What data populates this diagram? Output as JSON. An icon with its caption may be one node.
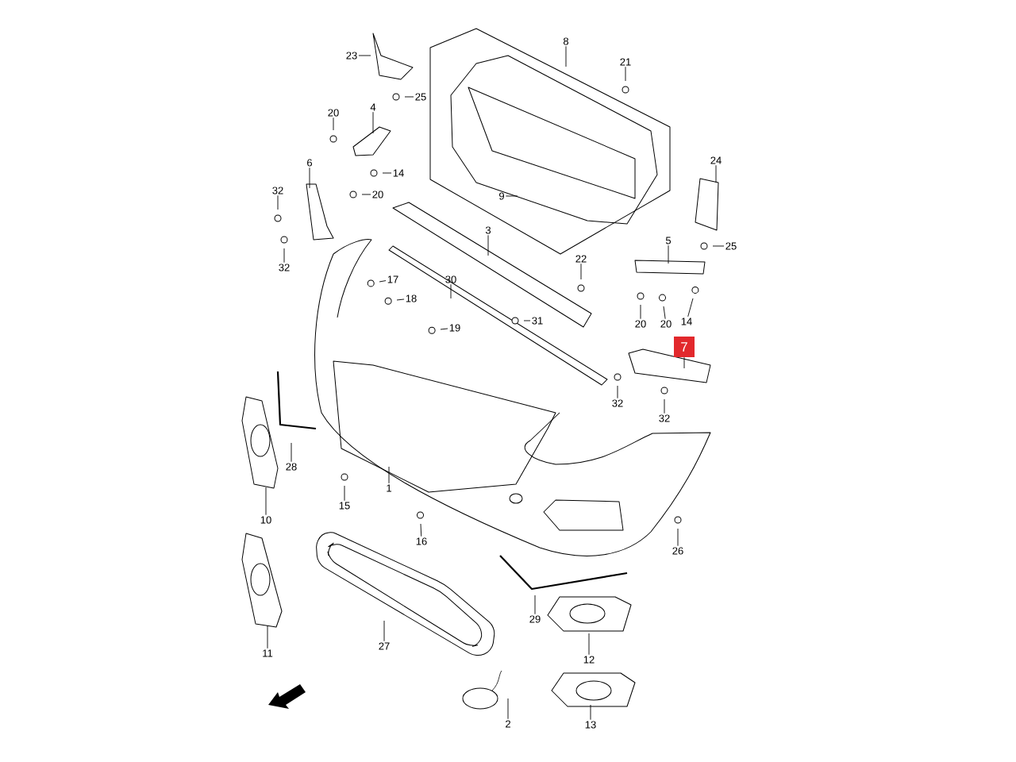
{
  "diagram": {
    "nodes": [
      {
        "text": [
          "23"
        ]
      },
      {
        "text": [
          "8"
        ]
      },
      {
        "text": [
          "21"
        ]
      },
      {
        "text": [
          "25"
        ]
      },
      {
        "text": [
          "4"
        ]
      },
      {
        "text": [
          "20"
        ]
      },
      {
        "text": [
          "24"
        ]
      },
      {
        "text": [
          "6"
        ]
      },
      {
        "text": [
          "14"
        ]
      },
      {
        "text": [
          "32"
        ]
      },
      {
        "text": [
          "20"
        ]
      },
      {
        "text": [
          "9"
        ]
      },
      {
        "text": [
          "3"
        ]
      },
      {
        "text": [
          "5"
        ]
      },
      {
        "text": [
          "25"
        ]
      },
      {
        "text": [
          "22"
        ]
      },
      {
        "text": [
          "32"
        ]
      },
      {
        "text": [
          "17"
        ]
      },
      {
        "text": [
          "30"
        ]
      },
      {
        "text": [
          "18"
        ]
      },
      {
        "text": [
          "31"
        ]
      },
      {
        "text": [
          "20"
        ]
      },
      {
        "text": [
          "20"
        ]
      },
      {
        "text": [
          "14"
        ]
      },
      {
        "text": [
          "19"
        ]
      },
      {
        "text": [
          "7"
        ]
      },
      {
        "text": [
          "32"
        ]
      },
      {
        "text": [
          "32"
        ]
      },
      {
        "text": [
          "28"
        ]
      },
      {
        "text": [
          "1"
        ]
      },
      {
        "text": [
          "15"
        ]
      },
      {
        "text": [
          "10"
        ]
      },
      {
        "text": [
          "16"
        ]
      },
      {
        "text": [
          "26"
        ]
      },
      {
        "text": [
          "29"
        ]
      },
      {
        "text": [
          "27"
        ]
      },
      {
        "text": [
          "12"
        ]
      },
      {
        "text": [
          "11"
        ]
      },
      {
        "text": [
          "2"
        ]
      },
      {
        "text": [
          "13"
        ]
      }
    ],
    "edges": [
      {
        "from": 0,
        "to": null,
        "arrow": "none"
      },
      {
        "from": 1,
        "to": null,
        "arrow": "none"
      },
      {
        "from": 2,
        "to": null,
        "arrow": "none"
      },
      {
        "from": 3,
        "to": null,
        "arrow": "none"
      },
      {
        "from": 4,
        "to": null,
        "arrow": "none"
      },
      {
        "from": 5,
        "to": null,
        "arrow": "none"
      },
      {
        "from": 6,
        "to": null,
        "arrow": "none"
      },
      {
        "from": 7,
        "to": null,
        "arrow": "none"
      },
      {
        "from": 8,
        "to": null,
        "arrow": "none"
      },
      {
        "from": 9,
        "to": null,
        "arrow": "none"
      },
      {
        "from": 10,
        "to": null,
        "arrow": "none"
      },
      {
        "from": 11,
        "to": null,
        "arrow": "none"
      },
      {
        "from": 12,
        "to": null,
        "arrow": "none"
      },
      {
        "from": 13,
        "to": null,
        "arrow": "none"
      },
      {
        "from": 14,
        "to": null,
        "arrow": "none"
      },
      {
        "from": 15,
        "to": null,
        "arrow": "none"
      },
      {
        "from": 16,
        "to": null,
        "arrow": "none"
      },
      {
        "from": 17,
        "to": null,
        "arrow": "none"
      },
      {
        "from": 18,
        "to": null,
        "arrow": "none"
      },
      {
        "from": 19,
        "to": null,
        "arrow": "none"
      },
      {
        "from": 20,
        "to": null,
        "arrow": "none"
      },
      {
        "from": 21,
        "to": null,
        "arrow": "none"
      },
      {
        "from": 22,
        "to": null,
        "arrow": "none"
      },
      {
        "from": 23,
        "to": null,
        "arrow": "none"
      },
      {
        "from": 24,
        "to": null,
        "arrow": "none"
      },
      {
        "from": 25,
        "to": null,
        "arrow": "none"
      },
      {
        "from": 26,
        "to": null,
        "arrow": "none"
      },
      {
        "from": 27,
        "to": null,
        "arrow": "none"
      },
      {
        "from": 28,
        "to": null,
        "arrow": "none"
      },
      {
        "from": 29,
        "to": null,
        "arrow": "none"
      },
      {
        "from": 30,
        "to": null,
        "arrow": "none"
      },
      {
        "from": 31,
        "to": null,
        "arrow": "none"
      },
      {
        "from": 32,
        "to": null,
        "arrow": "none"
      },
      {
        "from": 33,
        "to": null,
        "arrow": "none"
      },
      {
        "from": 34,
        "to": null,
        "arrow": "none"
      },
      {
        "from": 35,
        "to": null,
        "arrow": "none"
      },
      {
        "from": 36,
        "to": null,
        "arrow": "none"
      },
      {
        "from": 37,
        "to": null,
        "arrow": "none"
      },
      {
        "from": 38,
        "to": null,
        "arrow": "none"
      },
      {
        "from": 39,
        "to": null,
        "arrow": "none"
      }
    ]
  }
}
